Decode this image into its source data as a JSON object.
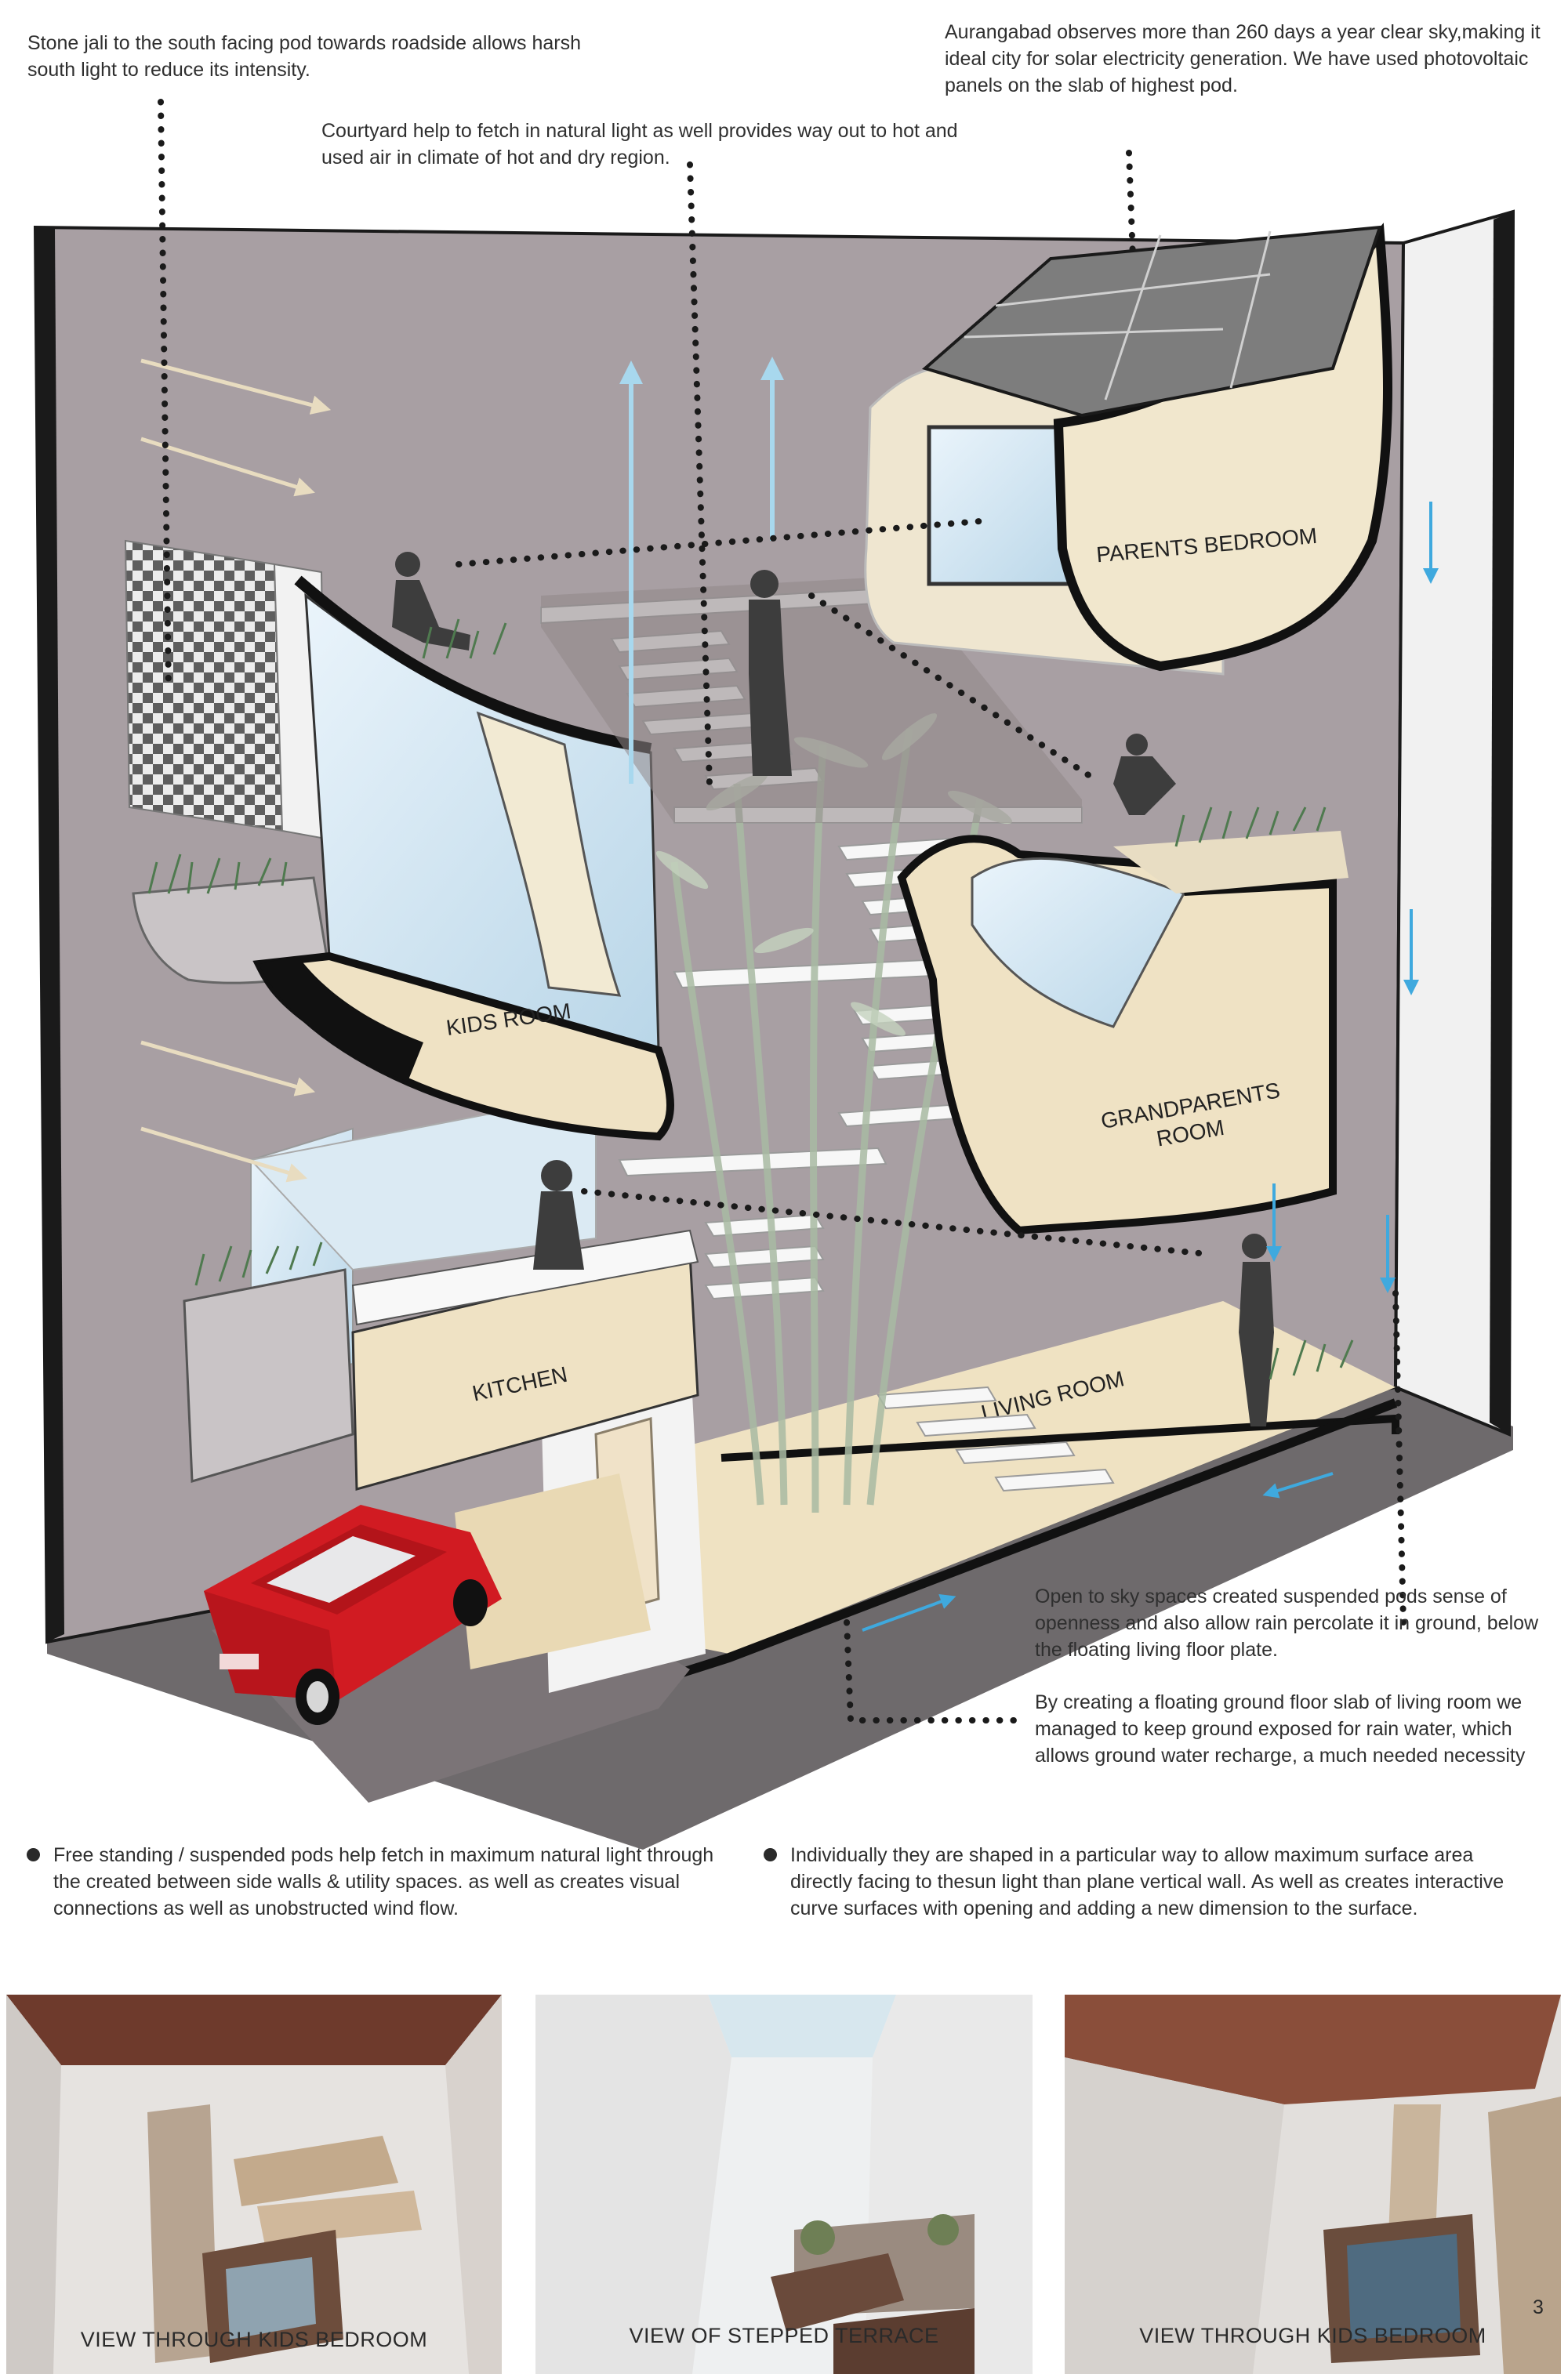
{
  "annotations": {
    "stone_jali": "Stone jali to the south facing pod towards roadside allows harsh south light to reduce its intensity.",
    "courtyard": "Courtyard help to fetch in natural light as well provides way out to hot and used air in climate of hot and dry region.",
    "solar": "Aurangabad observes more than 260 days a year clear sky,making it ideal city for solar electricity generation. We have used photovoltaic panels on the slab of highest pod.",
    "open_to_sky": "Open to sky spaces created suspended pods sense of openness and also allow rain percolate it in ground, below the floating living floor plate.",
    "floating_slab": "By creating a floating ground floor slab of living room we managed to keep ground exposed for rain water, which allows ground water recharge, a much needed necessity"
  },
  "rooms": {
    "parents_bedroom": "PARENTS BEDROOM",
    "kids_room": "KIDS ROOM",
    "grandparents_line1": "GRANDPARENTS",
    "grandparents_line2": "ROOM",
    "kitchen": "KITCHEN",
    "living_room": "LIVING ROOM"
  },
  "bullets": [
    "Free standing / suspended pods help fetch in maximum natural light through the created between side walls & utility spaces. as well as creates visual connections as well as unobstructed wind flow.",
    "Individually they are shaped in a particular way to allow maximum surface area directly facing to thesun light than plane vertical wall. As well as creates interactive curve surfaces with opening and adding a new dimension to the surface."
  ],
  "photos": [
    {
      "caption": "VIEW THROUGH KIDS BEDROOM"
    },
    {
      "caption": "VIEW OF STEPPED TERRACE"
    },
    {
      "caption": "VIEW THROUGH KIDS BEDROOM"
    }
  ],
  "page_number": "3",
  "colors": {
    "back_wall": "#a89fa3",
    "side_wall": "#f1f1f1",
    "pod_cream": "#f1e7cd",
    "ground": "#6e6a6c",
    "outline": "#111111",
    "car_red": "#d11b22",
    "air_arrow": "#a8d8ee",
    "rain_arrow": "#3fa9de",
    "sun_arrow": "#e8dcc0"
  }
}
